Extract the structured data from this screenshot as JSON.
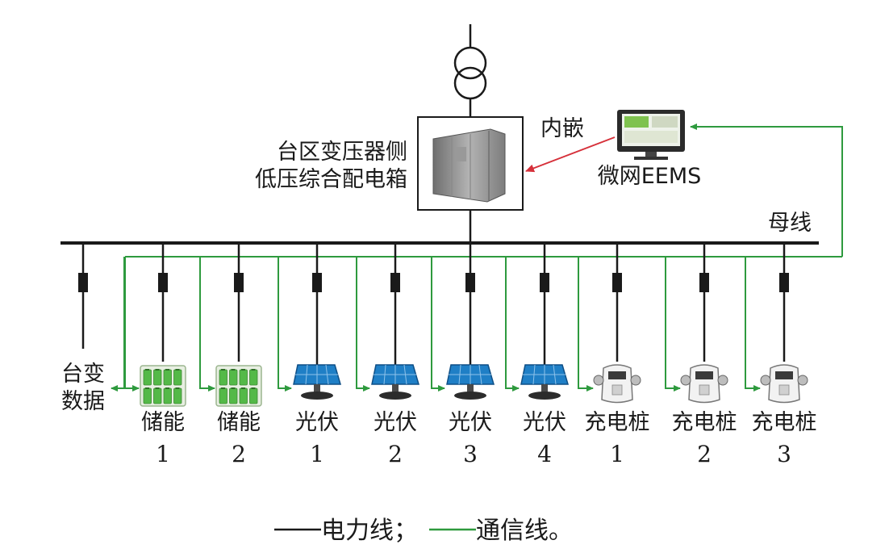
{
  "cabinet": {
    "line1": "台区变压器侧",
    "line2": "低压综合配电箱"
  },
  "embed_label": "内嵌",
  "eems_label": "微网EEMS",
  "bus_label": "母线",
  "branches": [
    {
      "kind": "data",
      "line1": "台变",
      "line2": "数据"
    },
    {
      "kind": "storage",
      "line1": "储能",
      "line2": "1"
    },
    {
      "kind": "storage",
      "line1": "储能",
      "line2": "2"
    },
    {
      "kind": "pv",
      "line1": "光伏",
      "line2": "1"
    },
    {
      "kind": "pv",
      "line1": "光伏",
      "line2": "2"
    },
    {
      "kind": "pv",
      "line1": "光伏",
      "line2": "3"
    },
    {
      "kind": "pv",
      "line1": "光伏",
      "line2": "4"
    },
    {
      "kind": "charger",
      "line1": "充电桩",
      "line2": "1"
    },
    {
      "kind": "charger",
      "line1": "充电桩",
      "line2": "2"
    },
    {
      "kind": "charger",
      "line1": "充电桩",
      "line2": "3"
    }
  ],
  "legend": {
    "power_text": "电力线；",
    "comm_text": "通信线。"
  },
  "colors": {
    "power": "#1a1a1a",
    "comm": "#2e9a3e",
    "embed_arrow": "#d6303a",
    "battery": "#54b948",
    "pv_panel": "#1f7fc6"
  }
}
